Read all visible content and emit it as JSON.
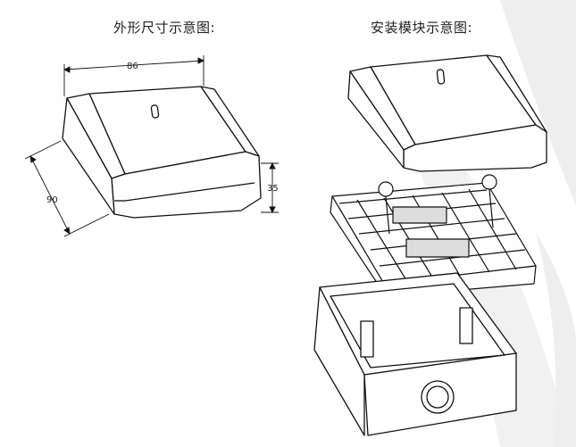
{
  "titles": {
    "left": "外形尺寸示意图:",
    "right": "安装模块示意图:"
  },
  "dimensions": {
    "width": "86",
    "depth": "90",
    "height": "35"
  },
  "colors": {
    "line": "#111111",
    "swoosh": "#eeeeee"
  }
}
